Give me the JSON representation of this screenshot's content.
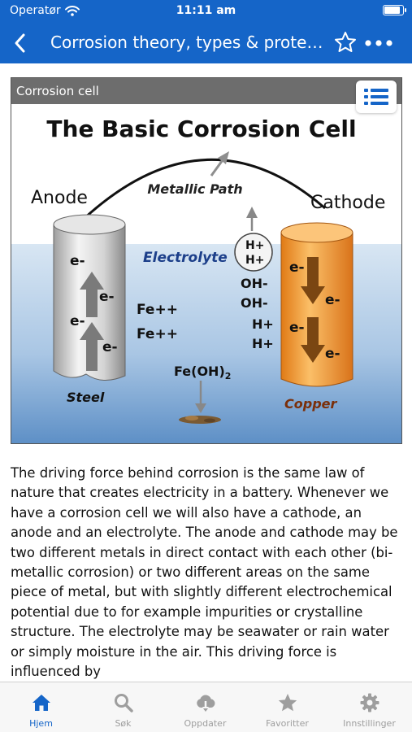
{
  "status_bar": {
    "carrier": "Operatør",
    "time": "11:11 am",
    "battery_level": 0.9
  },
  "nav": {
    "title": "Corrosion theory, types & protec...",
    "back_icon": "chevron-left-icon",
    "favorite_icon": "star-outline-icon",
    "more_icon": "more-icon"
  },
  "figure": {
    "caption": "Corrosion cell",
    "toc_icon": "list-icon",
    "diagram": {
      "title": "The Basic Corrosion Cell",
      "metallic_path": "Metallic Path",
      "anode": "Anode",
      "cathode": "Cathode",
      "electrolyte": "Electrolyte",
      "electron": "e-",
      "fe_ion": "Fe++",
      "h_plus": "H+",
      "oh_minus": "OH-",
      "h_plus_free": "H+",
      "precipitate": "Fe(OH)",
      "precipitate_subscript": "2",
      "steel": "Steel",
      "copper": "Copper"
    }
  },
  "body_text": "The driving force behind corrosion is the same law of nature that creates electricity in a battery. Whenever we have a corrosion cell we will also have a cathode, an anode and an electrolyte. The anode and cathode may be two different metals in direct contact with each other (bi-metallic corrosion) or two different areas on the same piece of metal, but with slightly different electrochemical potential due to for example impurities or crystalline structure. The electrolyte may be seawater or rain water or simply moisture in the air. This driving force is influenced by",
  "tabs": [
    {
      "label": "Hjem",
      "icon": "home-icon",
      "active": true
    },
    {
      "label": "Søk",
      "icon": "search-icon",
      "active": false
    },
    {
      "label": "Oppdater",
      "icon": "cloud-download-icon",
      "active": false
    },
    {
      "label": "Favoritter",
      "icon": "star-icon",
      "active": false
    },
    {
      "label": "Innstillinger",
      "icon": "gear-icon",
      "active": false
    }
  ],
  "colors": {
    "brand": "#1565c8",
    "tab_inactive": "#9e9e9e",
    "electrolyte": "#9cbfe0",
    "copper": "#f5a544"
  }
}
